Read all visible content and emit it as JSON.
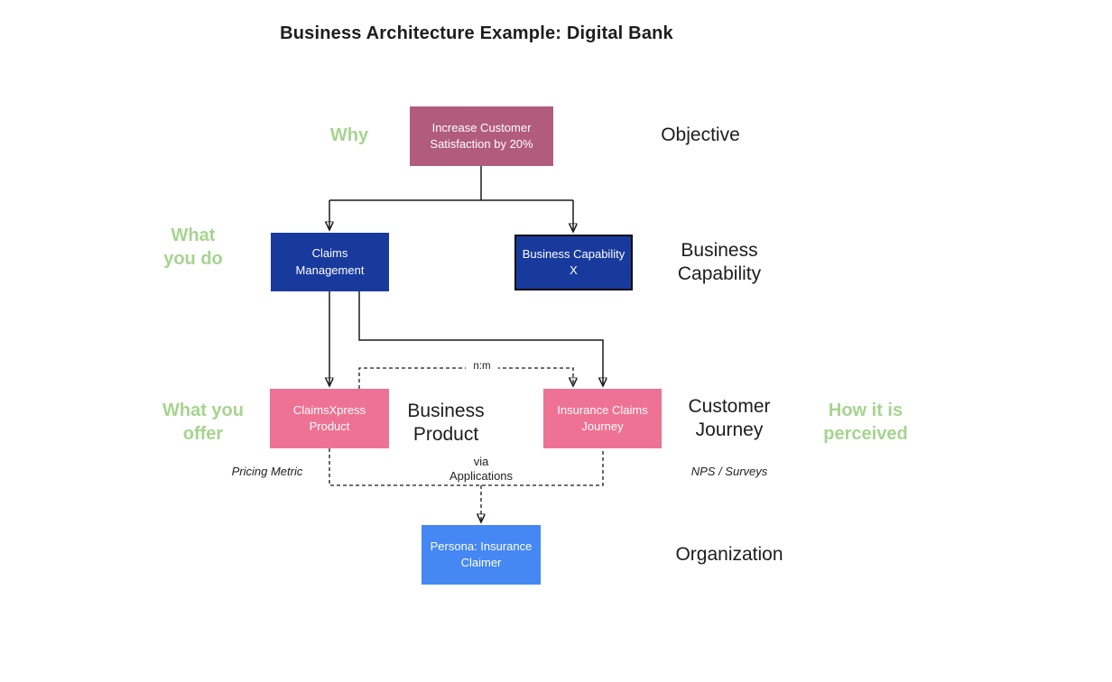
{
  "title": "Business Architecture Example: Digital Bank",
  "annotations": {
    "why": "Why",
    "what_you_do": "What\nyou do",
    "what_you_offer": "What you\noffer",
    "how_it_is_perceived": "How it is\nperceived",
    "objective": "Objective",
    "business_capability": "Business\nCapability",
    "business_product": "Business\nProduct",
    "customer_journey": "Customer\nJourney",
    "organization": "Organization",
    "pricing_metric": "Pricing Metric",
    "nps_surveys": "NPS / Surveys",
    "via_applications": "via\nApplications",
    "relation_cardinality": "n:m"
  },
  "nodes": {
    "objective": {
      "label": "Increase Customer\nSatisfaction by 20%",
      "color": "#b15c7b"
    },
    "claims_management": {
      "label": "Claims\nManagement",
      "color": "#193a9d"
    },
    "business_capability_x": {
      "label": "Business Capability\nX",
      "color": "#193a9d"
    },
    "claimsxpress_product": {
      "label": "ClaimsXpress\nProduct",
      "color": "#ee7294"
    },
    "insurance_claims_journey": {
      "label": "Insurance Claims\nJourney",
      "color": "#ee7294"
    },
    "persona_insurance_claimer": {
      "label": "Persona: Insurance\nClaimer",
      "color": "#4587f3"
    }
  },
  "colors": {
    "accent_green": "#a6d48f",
    "text_dark": "#1d1d1d",
    "line": "#1a1a1a",
    "objective_box": "#b15c7b",
    "capability_box": "#193a9d",
    "product_journey_box": "#ee7294",
    "persona_box": "#4587f3"
  }
}
